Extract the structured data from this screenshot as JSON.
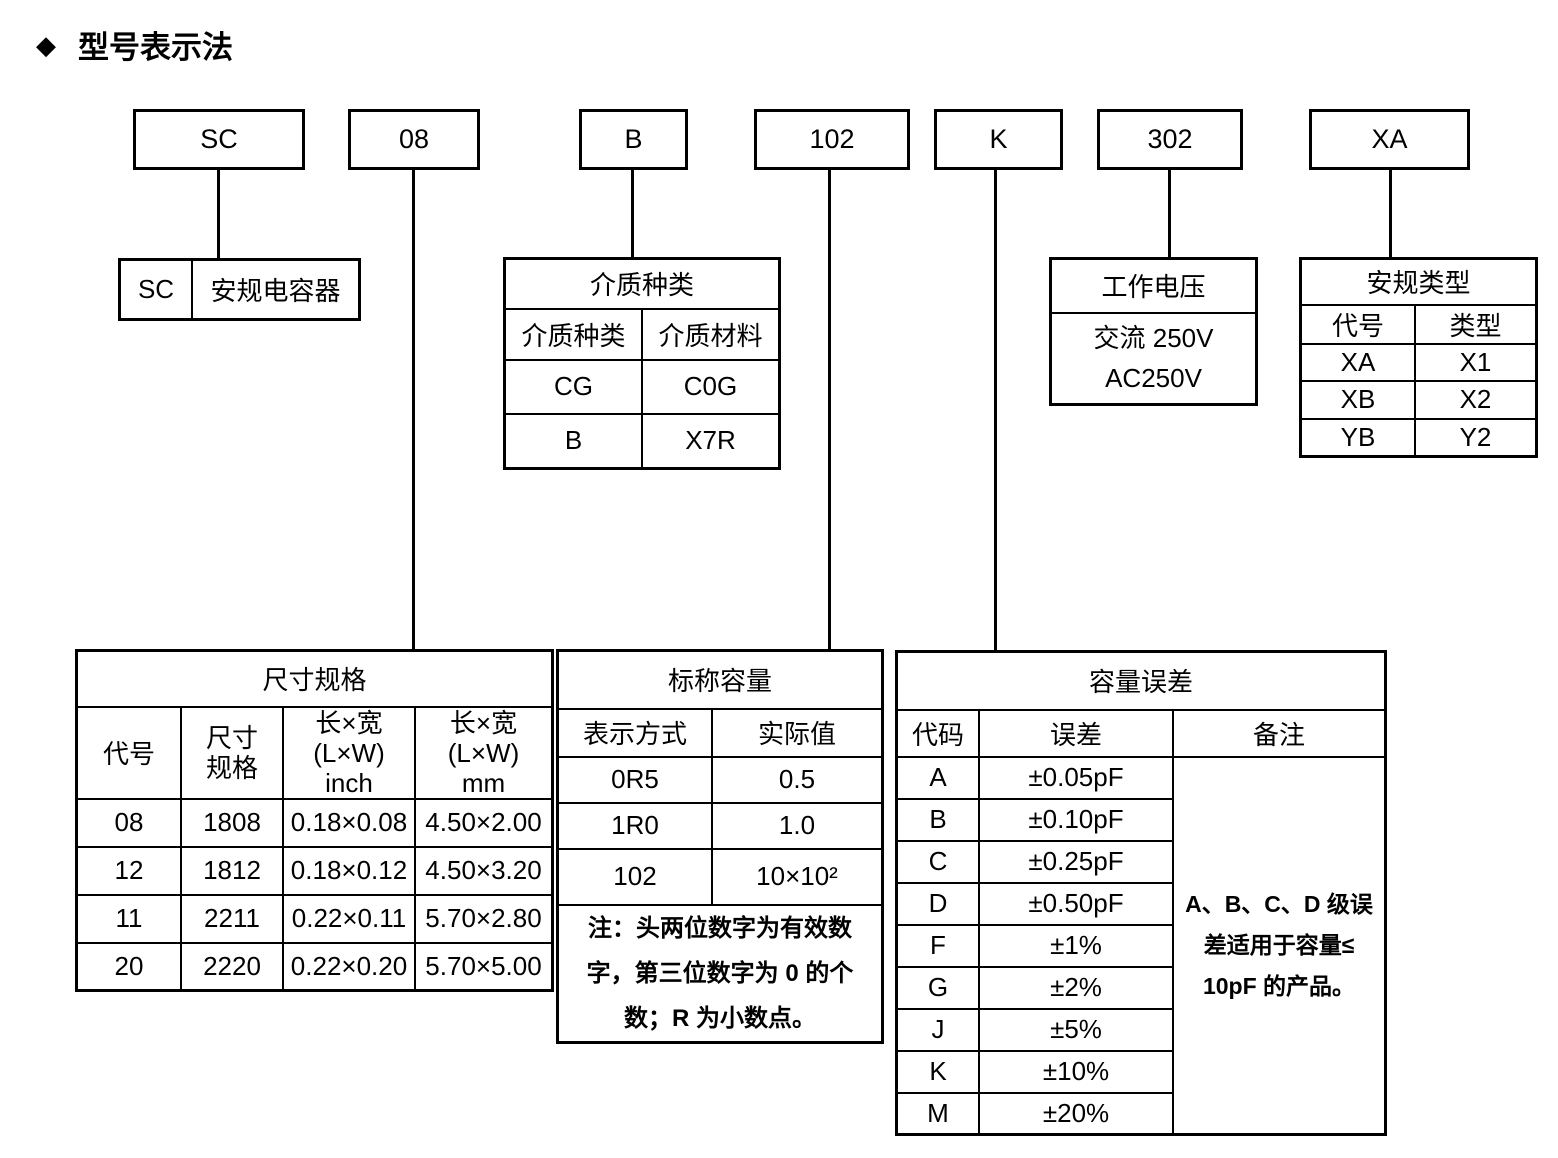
{
  "title": {
    "marker": "◆",
    "text": "型号表示法"
  },
  "code_boxes": [
    "SC",
    "08",
    "B",
    "102",
    "K",
    "302",
    "XA"
  ],
  "sc_legend": {
    "code": "SC",
    "meaning": "安规电容器"
  },
  "dielectric": {
    "title": "介质种类",
    "headers": [
      "介质种类",
      "介质材料"
    ],
    "rows": [
      [
        "CG",
        "C0G"
      ],
      [
        "B",
        "X7R"
      ]
    ]
  },
  "voltage": {
    "title": "工作电压",
    "line1": "交流 250V",
    "line2": "AC250V"
  },
  "safety_type": {
    "title": "安规类型",
    "headers": [
      "代号",
      "类型"
    ],
    "rows": [
      [
        "XA",
        "X1"
      ],
      [
        "XB",
        "X2"
      ],
      [
        "YB",
        "Y2"
      ]
    ]
  },
  "size": {
    "title": "尺寸规格",
    "headers": {
      "col1": "代号",
      "col2_l1": "尺寸",
      "col2_l2": "规格",
      "col34_l1": "长×宽",
      "col34_l2": "(L×W)",
      "col3_l3": "inch",
      "col4_l3": "mm"
    },
    "rows": [
      {
        "code": "08",
        "spec": "1808",
        "inch": "0.18×0.08",
        "mm": "4.50×2.00"
      },
      {
        "code": "12",
        "spec": "1812",
        "inch": "0.18×0.12",
        "mm": "4.50×3.20"
      },
      {
        "code": "11",
        "spec": "2211",
        "inch": "0.22×0.11",
        "mm": "5.70×2.80"
      },
      {
        "code": "20",
        "spec": "2220",
        "inch": "0.22×0.20",
        "mm": "5.70×5.00"
      }
    ]
  },
  "capacitance": {
    "title": "标称容量",
    "headers": [
      "表示方式",
      "实际值"
    ],
    "rows": [
      [
        "0R5",
        "0.5"
      ],
      [
        "1R0",
        "1.0"
      ],
      [
        "102",
        "10×10²"
      ]
    ],
    "note": [
      "注：头两位数字为有效数",
      "字，第三位数字为 0 的个",
      "数；R 为小数点。"
    ]
  },
  "tolerance": {
    "title": "容量误差",
    "headers": [
      "代码",
      "误差",
      "备注"
    ],
    "rows": [
      [
        "A",
        "±0.05pF"
      ],
      [
        "B",
        "±0.10pF"
      ],
      [
        "C",
        "±0.25pF"
      ],
      [
        "D",
        "±0.50pF"
      ],
      [
        "F",
        "±1%"
      ],
      [
        "G",
        "±2%"
      ],
      [
        "J",
        "±5%"
      ],
      [
        "K",
        "±10%"
      ],
      [
        "M",
        "±20%"
      ]
    ],
    "remark": [
      "A、B、C、D 级误",
      "差适用于容量≤",
      "10pF 的产品。"
    ]
  }
}
